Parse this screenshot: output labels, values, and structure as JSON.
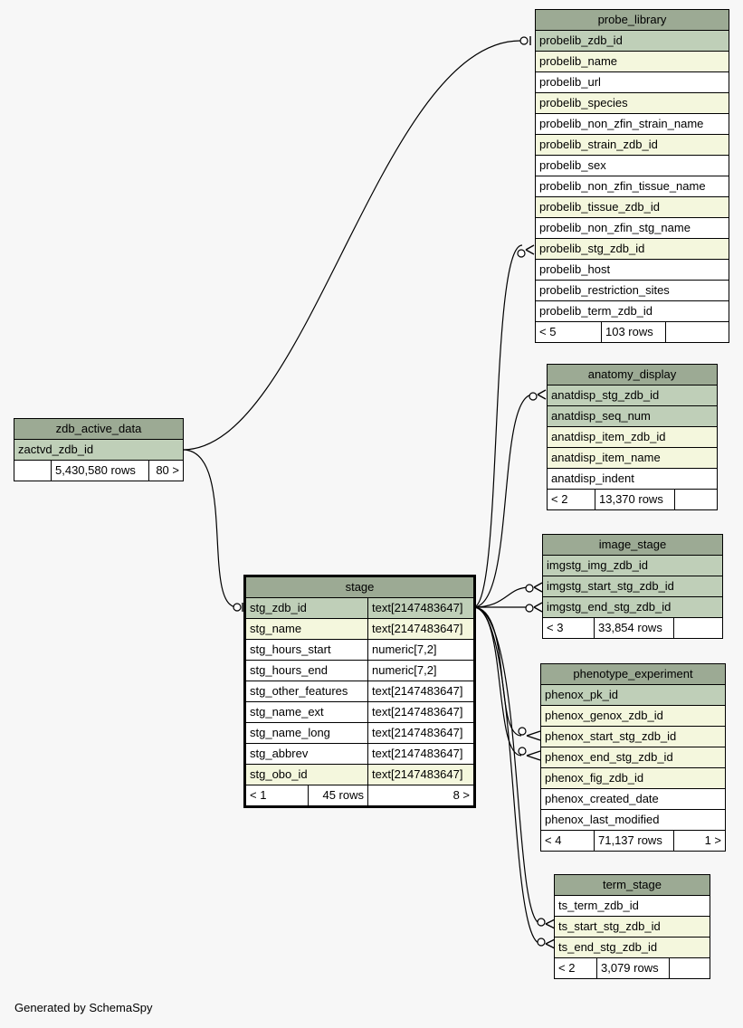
{
  "credit": "Generated by SchemaSpy",
  "tables": {
    "probe_library": {
      "name": "probe_library",
      "columns": [
        "probelib_zdb_id",
        "probelib_name",
        "probelib_url",
        "probelib_species",
        "probelib_non_zfin_strain_name",
        "probelib_strain_zdb_id",
        "probelib_sex",
        "probelib_non_zfin_tissue_name",
        "probelib_tissue_zdb_id",
        "probelib_non_zfin_stg_name",
        "probelib_stg_zdb_id",
        "probelib_host",
        "probelib_restriction_sites",
        "probelib_term_zdb_id"
      ],
      "footer": {
        "parents": "< 5",
        "rows": "103 rows",
        "children": ""
      }
    },
    "anatomy_display": {
      "name": "anatomy_display",
      "columns": [
        "anatdisp_stg_zdb_id",
        "anatdisp_seq_num",
        "anatdisp_item_zdb_id",
        "anatdisp_item_name",
        "anatdisp_indent"
      ],
      "footer": {
        "parents": "< 2",
        "rows": "13,370 rows",
        "children": ""
      }
    },
    "zdb_active_data": {
      "name": "zdb_active_data",
      "columns": [
        "zactvd_zdb_id"
      ],
      "footer": {
        "parents": "",
        "rows": "5,430,580 rows",
        "children": "80 >"
      }
    },
    "image_stage": {
      "name": "image_stage",
      "columns": [
        "imgstg_img_zdb_id",
        "imgstg_start_stg_zdb_id",
        "imgstg_end_stg_zdb_id"
      ],
      "footer": {
        "parents": "< 3",
        "rows": "33,854 rows",
        "children": ""
      }
    },
    "stage": {
      "name": "stage",
      "columns": [
        {
          "name": "stg_zdb_id",
          "type": "text[2147483647]"
        },
        {
          "name": "stg_name",
          "type": "text[2147483647]"
        },
        {
          "name": "stg_hours_start",
          "type": "numeric[7,2]"
        },
        {
          "name": "stg_hours_end",
          "type": "numeric[7,2]"
        },
        {
          "name": "stg_other_features",
          "type": "text[2147483647]"
        },
        {
          "name": "stg_name_ext",
          "type": "text[2147483647]"
        },
        {
          "name": "stg_name_long",
          "type": "text[2147483647]"
        },
        {
          "name": "stg_abbrev",
          "type": "text[2147483647]"
        },
        {
          "name": "stg_obo_id",
          "type": "text[2147483647]"
        }
      ],
      "footer": {
        "parents": "< 1",
        "rows": "45 rows",
        "children": "8 >"
      }
    },
    "phenotype_experiment": {
      "name": "phenotype_experiment",
      "columns": [
        "phenox_pk_id",
        "phenox_genox_zdb_id",
        "phenox_start_stg_zdb_id",
        "phenox_end_stg_zdb_id",
        "phenox_fig_zdb_id",
        "phenox_created_date",
        "phenox_last_modified"
      ],
      "footer": {
        "parents": "< 4",
        "rows": "71,137 rows",
        "children": "1 >"
      }
    },
    "term_stage": {
      "name": "term_stage",
      "columns": [
        "ts_term_zdb_id",
        "ts_start_stg_zdb_id",
        "ts_end_stg_zdb_id"
      ],
      "footer": {
        "parents": "< 2",
        "rows": "3,079 rows",
        "children": ""
      }
    }
  },
  "colors": {
    "header": "#9caa94",
    "primary_key_row": "#bfcfb8",
    "foreign_key_row": "#f4f7dd",
    "plain_row": "#ffffff",
    "background": "#f7f7f7"
  }
}
